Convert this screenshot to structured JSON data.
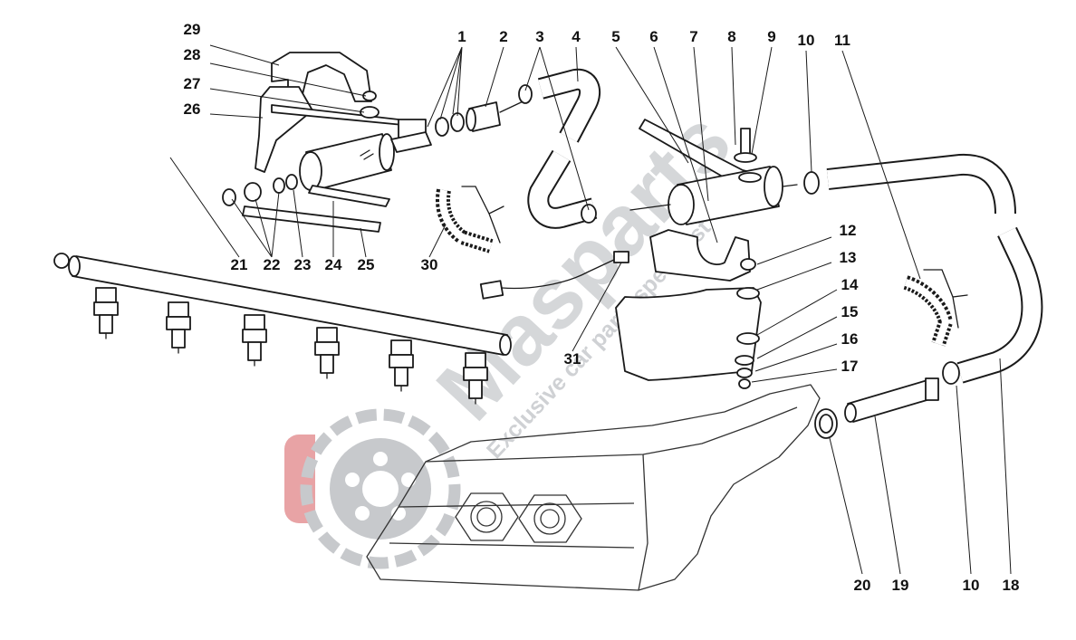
{
  "diagram": {
    "callouts": [
      "1",
      "2",
      "3",
      "4",
      "5",
      "6",
      "7",
      "8",
      "9",
      "10",
      "11",
      "12",
      "13",
      "14",
      "15",
      "16",
      "17",
      "18",
      "19",
      "20",
      "21",
      "22",
      "23",
      "24",
      "25",
      "26",
      "27",
      "28",
      "29",
      "30",
      "31",
      "10"
    ]
  },
  "watermark": {
    "brand": "Masparts",
    "tagline": "Exclusive car parts specialist",
    "color": "#c7c9cc",
    "accent": "#e8a3a5",
    "icon": "brake-disc-icon"
  }
}
